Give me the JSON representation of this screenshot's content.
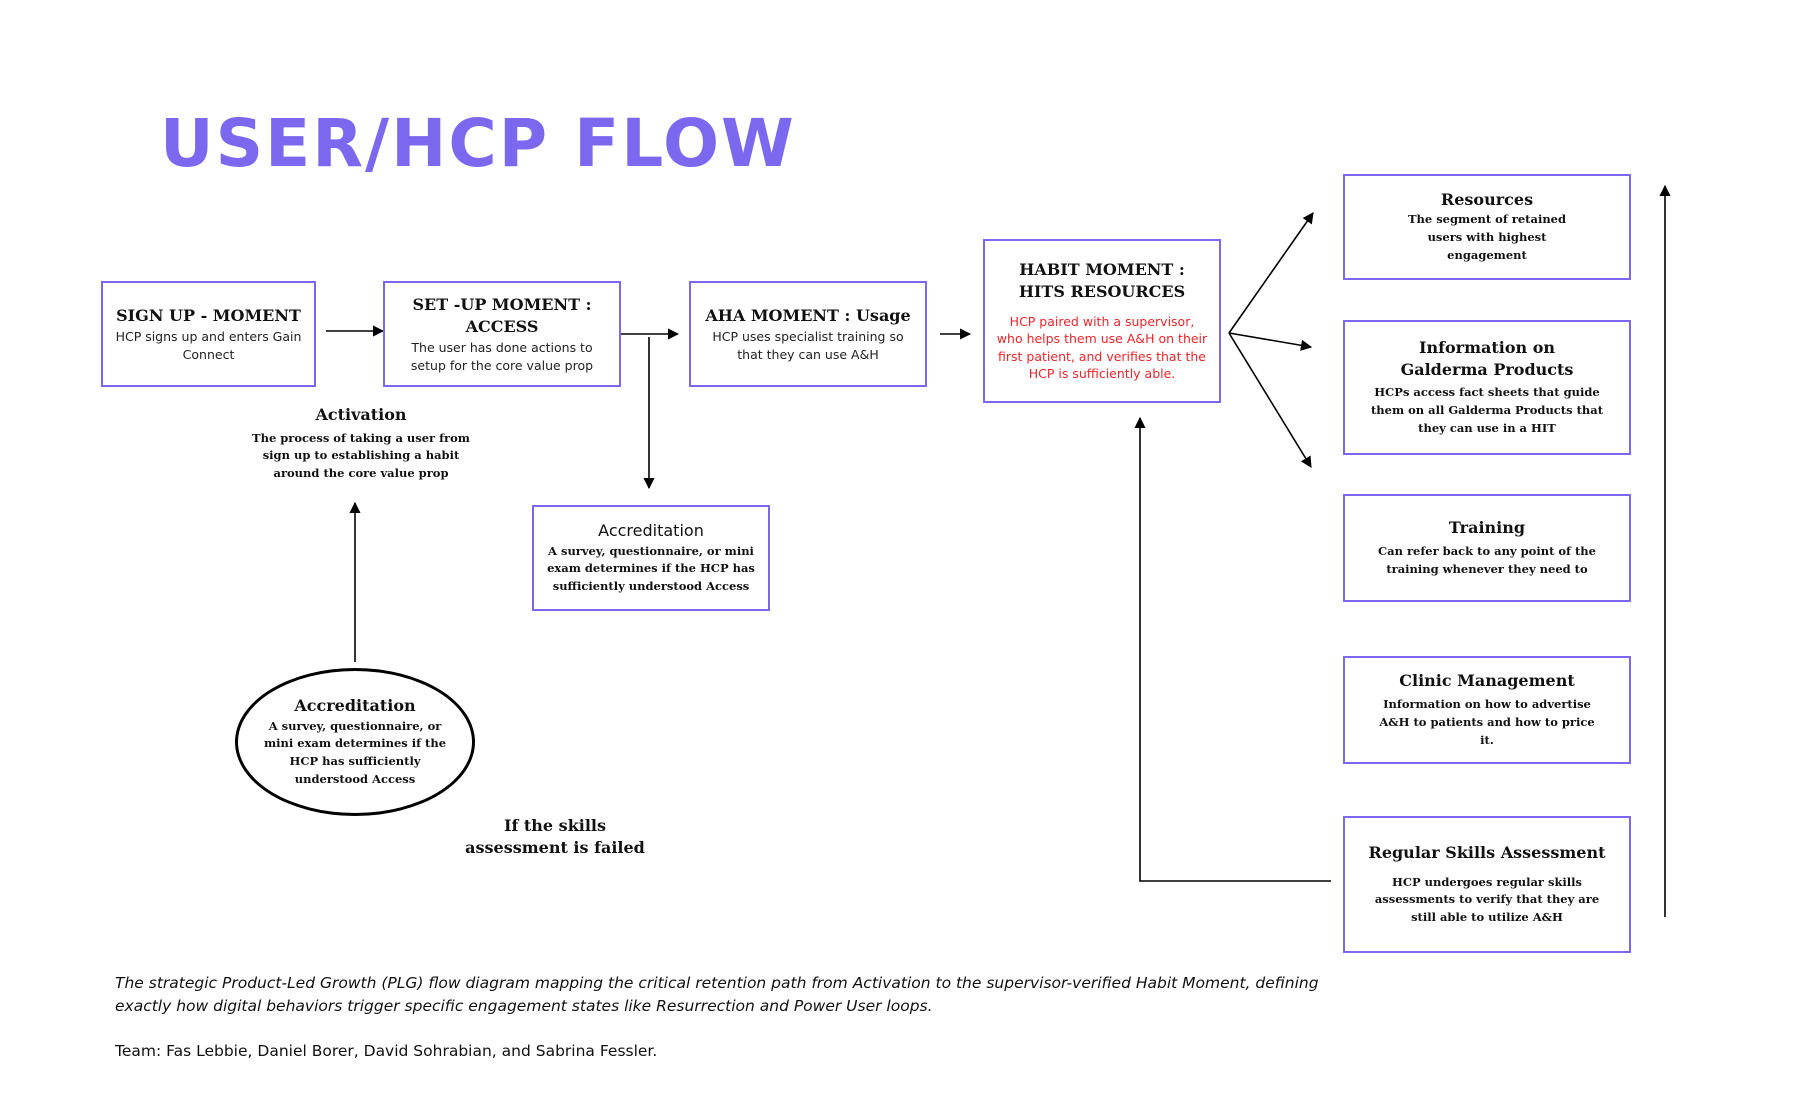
{
  "title": "USER/HCP FLOW",
  "signup": {
    "heading": "SIGN UP - MOMENT",
    "text": "HCP signs up and enters Gain Connect"
  },
  "setup": {
    "heading": "SET -UP MOMENT : ACCESS",
    "text": "The user has done actions to setup for the core value prop"
  },
  "aha": {
    "heading": "AHA MOMENT : Usage",
    "text": "HCP uses specialist training so that they can use A&H"
  },
  "habit": {
    "heading": "HABIT MOMENT : HITS RESOURCES",
    "text": "HCP paired with a supervisor, who helps them use A&H on their first patient, and verifies that the HCP is sufficiently able.",
    "text_color": "#e8262b"
  },
  "activation": {
    "heading": "Activation",
    "text": "The process of taking a user from sign up to establishing a habit around the core value prop"
  },
  "accreditation_box": {
    "heading": "Accreditation",
    "text": "A survey, questionnaire, or mini exam determines if the HCP has sufficiently understood Access"
  },
  "accreditation_ellipse": {
    "heading": "Accreditation",
    "text": "A survey, questionnaire, or mini exam determines if the HCP has sufficiently understood Access"
  },
  "failed_label": "If the skills assessment is failed",
  "resources": [
    {
      "heading": "Resources",
      "text": "The segment of retained users with highest engagement"
    },
    {
      "heading": "Information on Galderma Products",
      "text": "HCPs access fact sheets that guide them on all Galderma Products that they can use in a HIT"
    },
    {
      "heading": "Training",
      "text": "Can refer back to any point of the training whenever they need to"
    },
    {
      "heading": "Clinic Management",
      "text": "Information on how to advertise A&H to patients and how to price it."
    },
    {
      "heading": "Regular Skills Assessment",
      "text": "HCP undergoes regular skills assessments to verify that they are still able to utilize A&H"
    }
  ],
  "caption": "The strategic Product-Led Growth (PLG) flow diagram mapping the critical retention path from Activation to the supervisor-verified Habit Moment, defining exactly how digital behaviors trigger specific engagement states like Resurrection and Power User loops.",
  "team": "Team: Fas Lebbie, Daniel Borer, David Sohrabian, and Sabrina Fessler.",
  "colors": {
    "accent": "#7b68ee",
    "habit_text": "#e8262b",
    "line": "#000000"
  }
}
